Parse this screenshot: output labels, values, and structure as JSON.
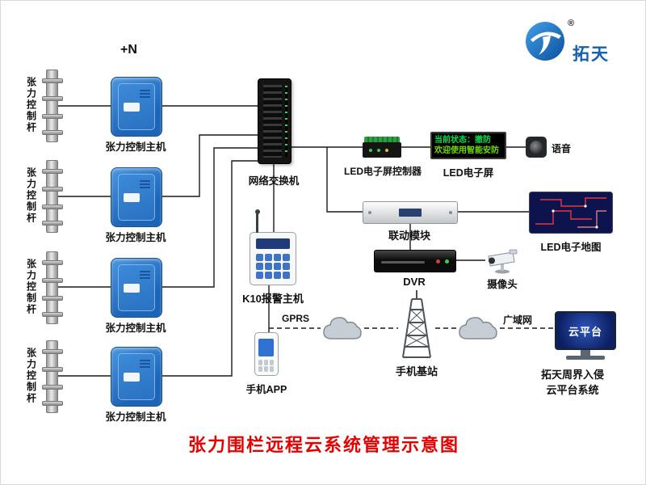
{
  "logo": {
    "brand": "拓天",
    "registered": "®"
  },
  "plus_n": "+N",
  "units": [
    {
      "pole_label": "张力控制杆",
      "host_label": "张力控制主机"
    },
    {
      "pole_label": "张力控制杆",
      "host_label": "张力控制主机"
    },
    {
      "pole_label": "张力控制杆",
      "host_label": "张力控制主机"
    },
    {
      "pole_label": "张力控制杆",
      "host_label": "张力控制主机"
    }
  ],
  "switch": {
    "label": "网络交换机"
  },
  "led_controller": {
    "label": "LED电子屏控制器"
  },
  "led_screen": {
    "label": "LED电子屏",
    "line1": "当前状态：撤防",
    "line2": "欢迎使用智能安防"
  },
  "audio": {
    "label": "语音"
  },
  "linkage_module": {
    "label": "联动模块"
  },
  "led_map": {
    "label": "LED电子地图"
  },
  "dvr": {
    "label": "DVR"
  },
  "camera": {
    "label": "摄像头"
  },
  "k10": {
    "label": "K10报警主机"
  },
  "gprs_label": "GPRS",
  "phone_app": {
    "label": "手机APP"
  },
  "base_station": {
    "label": "手机基站"
  },
  "wan_label": "广域网",
  "cloud_platform": {
    "screen_text": "云平台",
    "caption_line1": "拓天周界入侵",
    "caption_line2": "云平台系统"
  },
  "title": "张力围栏远程云系统管理示意图",
  "colors": {
    "title_red": "#e60000",
    "led_green": "#00e04a",
    "brand_blue": "#1460ae"
  }
}
